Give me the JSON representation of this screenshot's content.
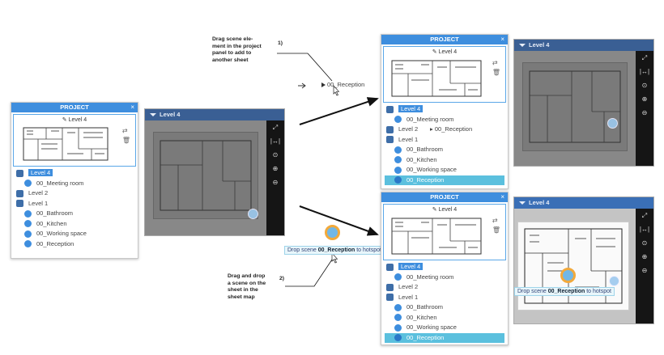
{
  "project_title": "PROJECT",
  "close_glyph": "×",
  "sheet_label": "Level 4",
  "levels": [
    "Level 4",
    "Level 2",
    "Level 1"
  ],
  "scenes_l4": [
    "00_Meeting room"
  ],
  "scenes_l1": [
    "00_Bathroom",
    "00_Kitchen",
    "00_Working space",
    "00_Reception"
  ],
  "dragged_scene": "00_Reception",
  "annotations": {
    "step1_text": [
      "Drag scene ele-",
      "ment in the project",
      "panel to add to",
      "another sheet"
    ],
    "step1_num": "1)",
    "step2_text": [
      "Drag and drop",
      "a scene on the",
      "sheet in the",
      "sheet map"
    ],
    "step2_num": "2)"
  },
  "drop_tooltip": {
    "prefix": "Drop scene",
    "scene": "00_Reception",
    "suffix": "to hotspot"
  },
  "toolbar_icons": [
    "expand-icon",
    "fit-width-icon",
    "zoom-reset-icon",
    "zoom-in-icon",
    "zoom-out-icon"
  ],
  "colors": {
    "accent": "#3e8ede",
    "highlight": "#5bc0de",
    "hotspot_ring": "#f2a93b"
  }
}
